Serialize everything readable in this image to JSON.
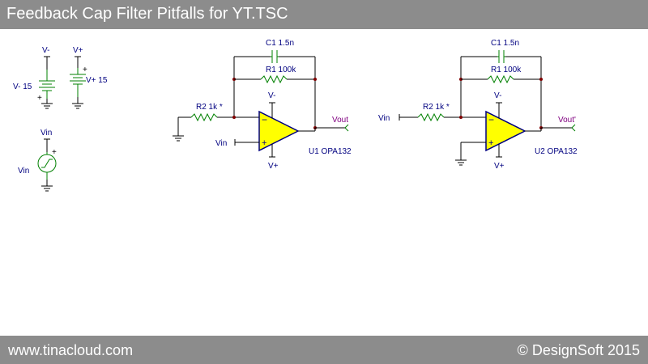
{
  "header": {
    "title": "Feedback Cap Filter Pitfalls for YT.TSC"
  },
  "footer": {
    "left": "www.tinacloud.com",
    "right": "© DesignSoft 2015"
  },
  "colors": {
    "bar": "#8c8c8c",
    "wire": "#000000",
    "component": "#008000",
    "node": "#800000",
    "opamp_fill": "#ffff00",
    "label": "#000080"
  },
  "sources": {
    "vminus": {
      "node": "V-",
      "label": "V- 15",
      "plus": "+"
    },
    "vplus": {
      "node": "V+",
      "label": "V+ 15",
      "plus": "+"
    },
    "vin": {
      "node": "Vin",
      "label": "Vin",
      "plus": "+"
    }
  },
  "circuit1": {
    "c1": "C1 1.5n",
    "r1": "R1 100k",
    "r2": "R2 1k *",
    "vminus": "V-",
    "vplus": "V+",
    "vin": "Vin",
    "vout": "Vout",
    "opamp": "U1 OPA132",
    "minus": "−",
    "plus": "+"
  },
  "circuit2": {
    "c1": "C1 1.5n",
    "r1": "R1 100k",
    "r2": "R2 1k *",
    "vminus": "V-",
    "vplus": "V+",
    "vin": "Vin",
    "vout": "Vout'",
    "opamp": "U2 OPA132",
    "minus": "−",
    "plus": "+"
  }
}
